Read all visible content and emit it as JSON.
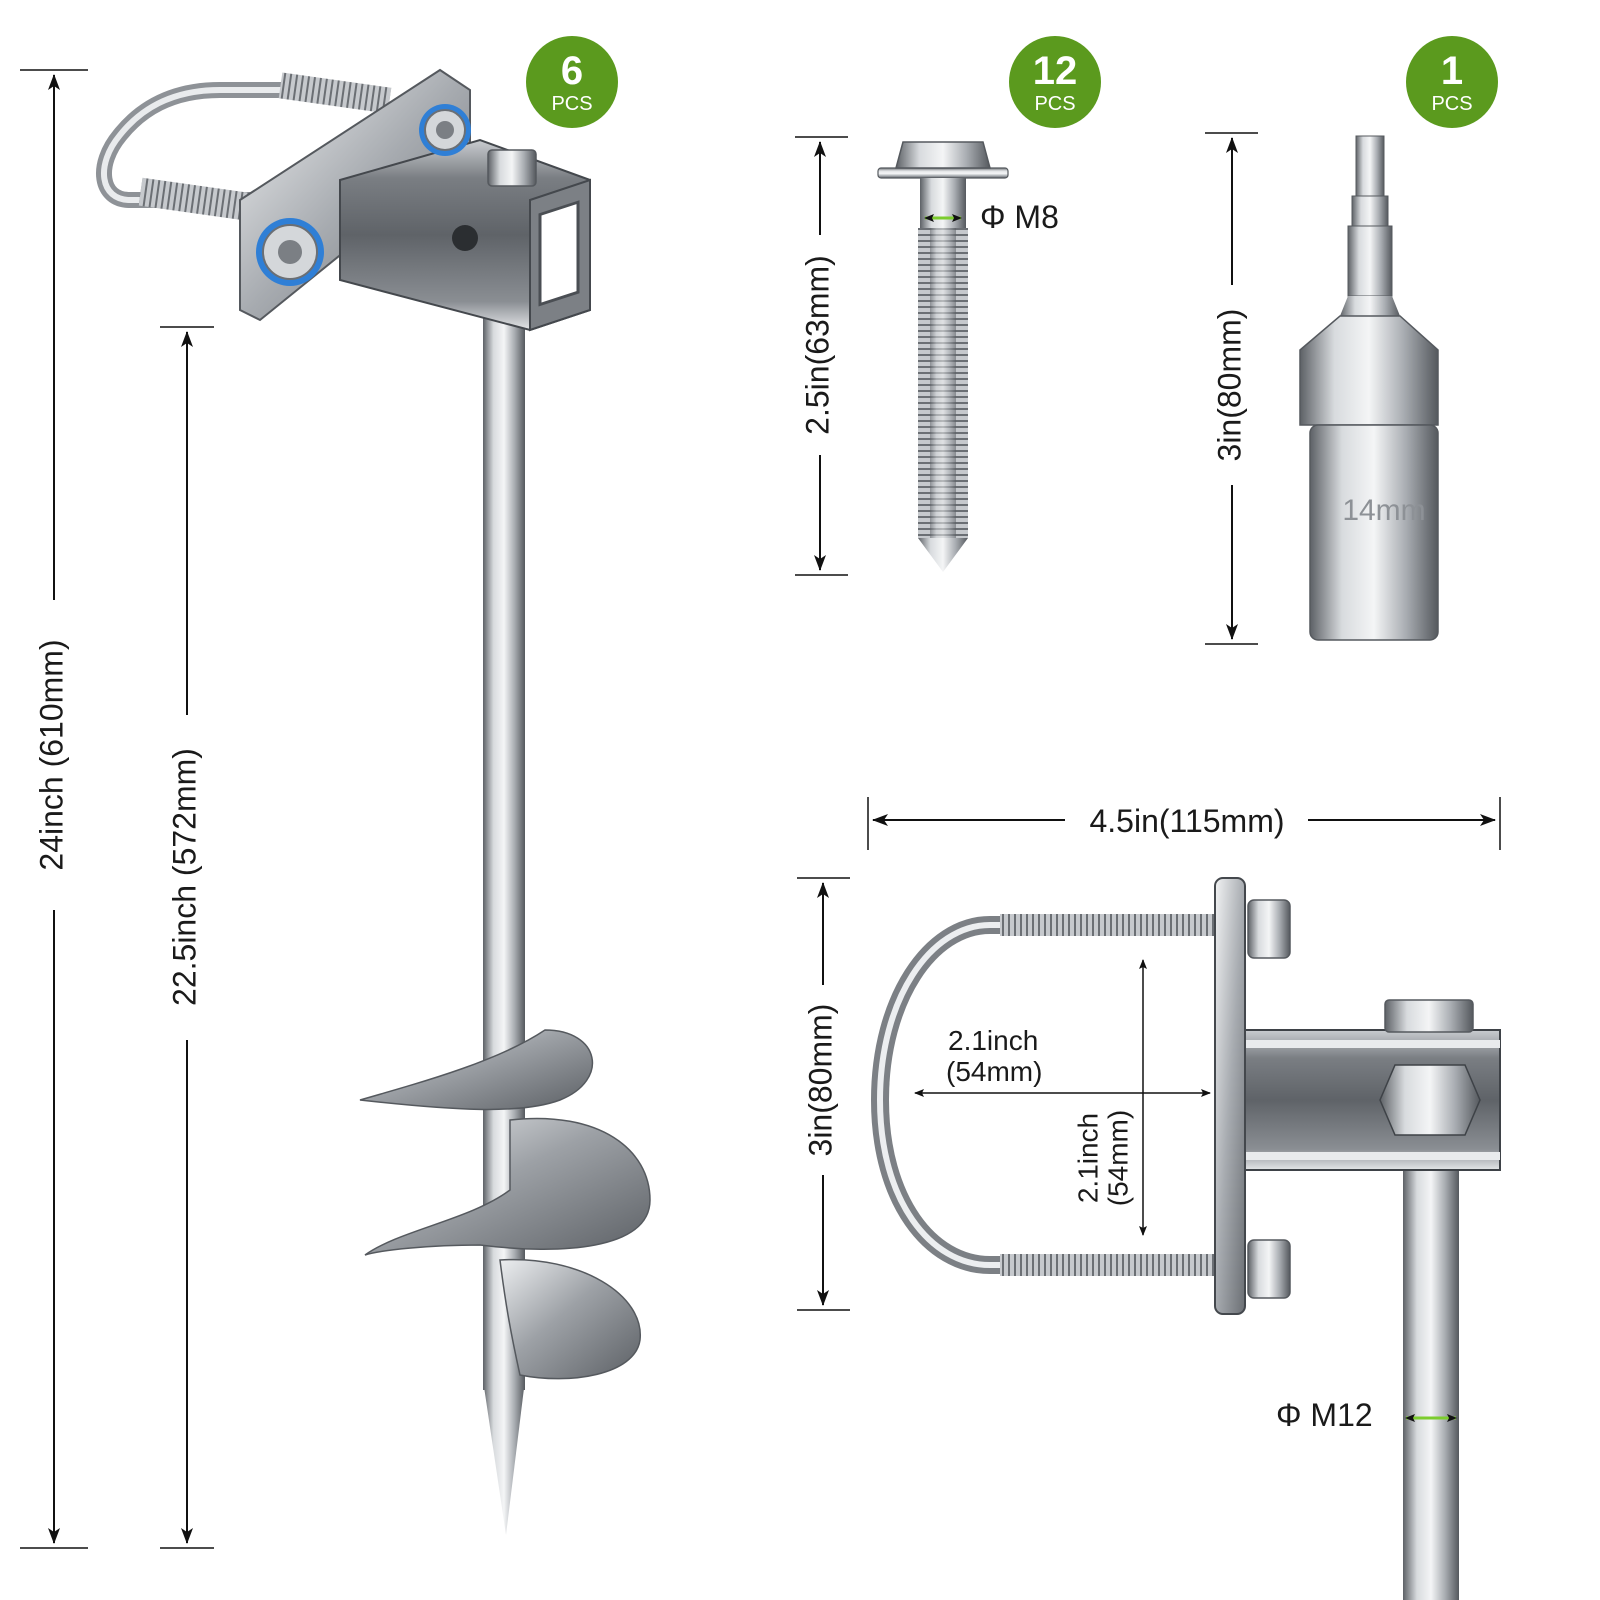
{
  "colors": {
    "badge_green": "#5b9a1e",
    "dimension_line": "#111111",
    "metal_light": "#e6e8ea",
    "metal_mid": "#a9adb2",
    "metal_dark": "#5d6166",
    "nut_ring_blue": "#2f7fd6",
    "measure_mark_green": "#7ccc2e"
  },
  "anchor": {
    "badge": {
      "count": "6",
      "unit": "PCS"
    },
    "total_length": "24inch (610mm)",
    "shaft_length": "22.5inch (572mm)"
  },
  "screw": {
    "badge": {
      "count": "12",
      "unit": "PCS"
    },
    "length": "2.5in(63mm)",
    "diameter": "Φ M8"
  },
  "socket": {
    "badge": {
      "count": "1",
      "unit": "PCS"
    },
    "length": "3in(80mm)",
    "size_engraving": "14mm"
  },
  "bracket_detail": {
    "width": "4.5in(115mm)",
    "height": "3in(80mm)",
    "inner_width_line1": "2.1inch",
    "inner_width_line2": "(54mm)",
    "inner_height_line1": "2.1inch",
    "inner_height_line2": "(54mm)",
    "rod_diameter": "Φ M12"
  },
  "icons": [
    "ground-anchor-icon",
    "lag-screw-icon",
    "hex-socket-icon",
    "u-bolt-bracket-icon"
  ]
}
